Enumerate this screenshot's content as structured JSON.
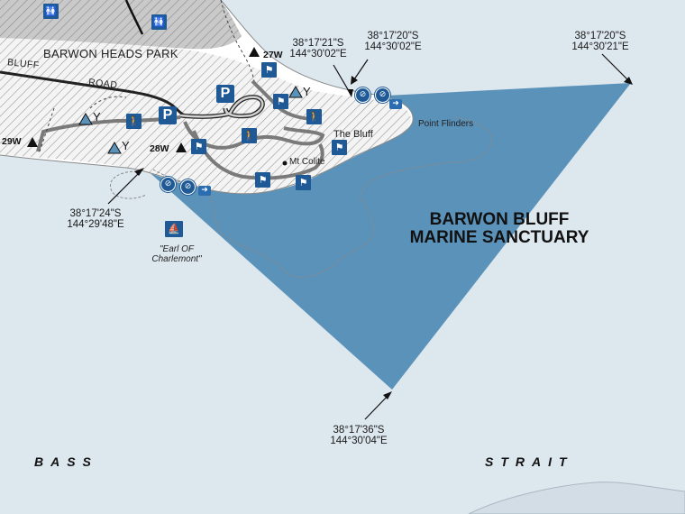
{
  "labels": {
    "park": "BARWON HEADS PARK",
    "road_bluff": "BLUFF",
    "road": "ROAD",
    "sanctuary_line1": "BARWON BLUFF",
    "sanctuary_line2": "MARINE SANCTUARY",
    "point_flinders": "Point Flinders",
    "the_bluff": "The Bluff",
    "mt_colite": "Mt Colite",
    "wreck_line1": "\"Earl OF",
    "wreck_line2": "Charlemont\"",
    "sea_left": "BASS",
    "sea_right": "STRAIT"
  },
  "waypoints": [
    "27W",
    "28W",
    "29W"
  ],
  "coordinates": {
    "c1": {
      "lat": "38°17'21\"S",
      "lon": "144°30'02\"E"
    },
    "c2": {
      "lat": "38°17'20\"S",
      "lon": "144°30'02\"E"
    },
    "c3": {
      "lat": "38°17'20\"S",
      "lon": "144°30'21\"E"
    },
    "c4": {
      "lat": "38°17'24\"S",
      "lon": "144°29'48\"E"
    },
    "c5": {
      "lat": "38°17'36\"S",
      "lon": "144°30'04\"E"
    }
  },
  "lookout_letter": "Y",
  "parking_letter": "P",
  "icons": [
    "toilets-icon",
    "parking-icon",
    "lookout-icon",
    "walking-icon",
    "dog-walking-icon",
    "viewing-platform-icon",
    "no-dogs-icon",
    "no-fishing-icon",
    "direction-arrow-icon",
    "shipwreck-icon"
  ],
  "colors": {
    "sanctuary": "#5b92b9",
    "sea": "#dde7ee",
    "land": "#ffffff",
    "icon_blue": "#1f5a96"
  }
}
